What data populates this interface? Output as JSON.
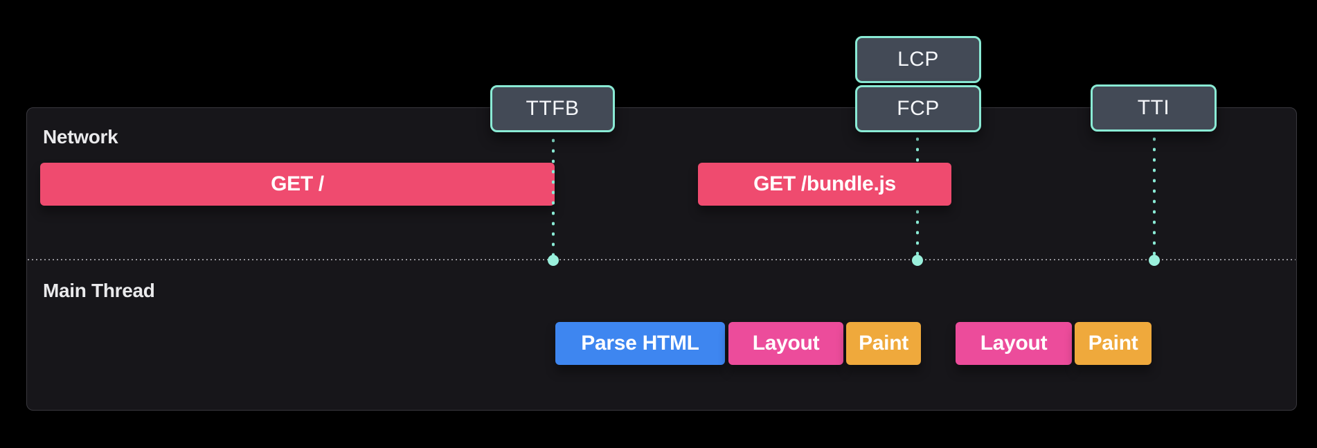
{
  "colors": {
    "page_bg": "#000000",
    "panel_bg": "#17161A",
    "panel_border": "#39383E",
    "divider": "#95949A",
    "lane_label": "#EAEAEC",
    "mint": "#8AEBD5",
    "mint_dot": "#9AF0DC",
    "marker_box_bg": "#434A56",
    "marker_text": "#F5F7FA",
    "request_pink": "#EF4B6F",
    "parse_blue": "#3E86F0",
    "layout_pink": "#EC4C9B",
    "paint_orange": "#EFA93C",
    "bar_text": "#FFFFFF"
  },
  "markers": {
    "ttfb": {
      "label": "TTFB"
    },
    "lcp": {
      "label": "LCP"
    },
    "fcp": {
      "label": "FCP"
    },
    "tti": {
      "label": "TTI"
    }
  },
  "lanes": {
    "network": {
      "label": "Network",
      "bars": {
        "get_root": {
          "label": "GET /"
        },
        "get_bundle": {
          "label": "GET /bundle.js"
        }
      }
    },
    "main_thread": {
      "label": "Main Thread",
      "bars": {
        "parse_html": {
          "label": "Parse HTML"
        },
        "layout_1": {
          "label": "Layout"
        },
        "paint_1": {
          "label": "Paint"
        },
        "layout_2": {
          "label": "Layout"
        },
        "paint_2": {
          "label": "Paint"
        }
      }
    }
  }
}
